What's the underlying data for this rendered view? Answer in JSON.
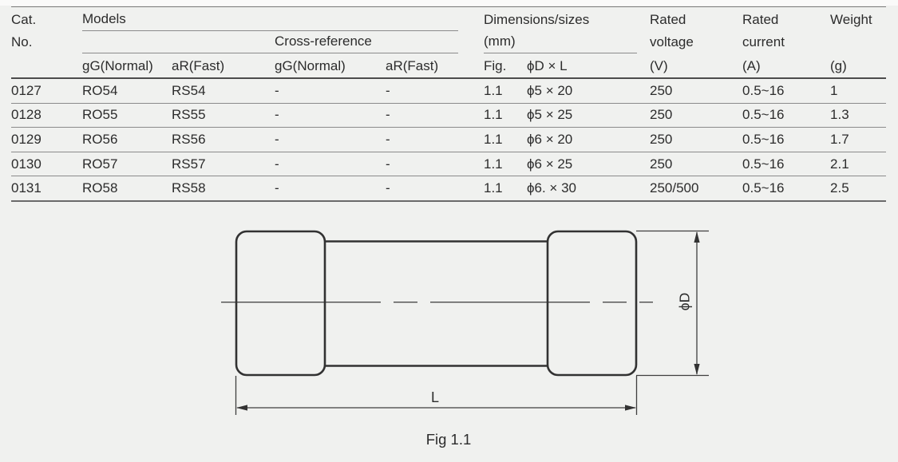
{
  "table": {
    "header": {
      "cat_line1": "Cat.",
      "cat_line2": "No.",
      "models": "Models",
      "cross_reference": "Cross-reference",
      "dimensions_line1": "Dimensions/sizes",
      "dimensions_line2": "(mm)",
      "rated_voltage_line1": "Rated",
      "rated_voltage_line2": "voltage",
      "rated_voltage_line3": "(V)",
      "rated_current_line1": "Rated",
      "rated_current_line2": "current",
      "rated_current_line3": "(A)",
      "weight_line1": "Weight",
      "weight_line3": "(g)",
      "sub": [
        "gG(Normal)",
        "aR(Fast)",
        "gG(Normal)",
        "aR(Fast)",
        "Fig.",
        "ϕD × L"
      ]
    },
    "rows": [
      [
        "0127",
        "RO54",
        "RS54",
        "-",
        "-",
        "1.1",
        "ϕ5 × 20",
        "250",
        "0.5~16",
        "1"
      ],
      [
        "0128",
        "RO55",
        "RS55",
        "-",
        "-",
        "1.1",
        "ϕ5 × 25",
        "250",
        "0.5~16",
        "1.3"
      ],
      [
        "0129",
        "RO56",
        "RS56",
        "-",
        "-",
        "1.1",
        "ϕ6 × 20",
        "250",
        "0.5~16",
        "1.7"
      ],
      [
        "0130",
        "RO57",
        "RS57",
        "-",
        "-",
        "1.1",
        "ϕ6 × 25",
        "250",
        "0.5~16",
        "2.1"
      ],
      [
        "0131",
        "RO58",
        "RS58",
        "-",
        "-",
        "1.1",
        "ϕ6. × 30",
        "250/500",
        "0.5~16",
        "2.5"
      ]
    ]
  },
  "figure": {
    "length_label": "L",
    "diameter_label": "ϕD",
    "caption": "Fig 1.1"
  },
  "colors": {
    "background": "#f0f1ef",
    "text": "#2c2c2c",
    "rule_light": "#8b8b8b",
    "rule_heavy": "#4c4c4c"
  }
}
